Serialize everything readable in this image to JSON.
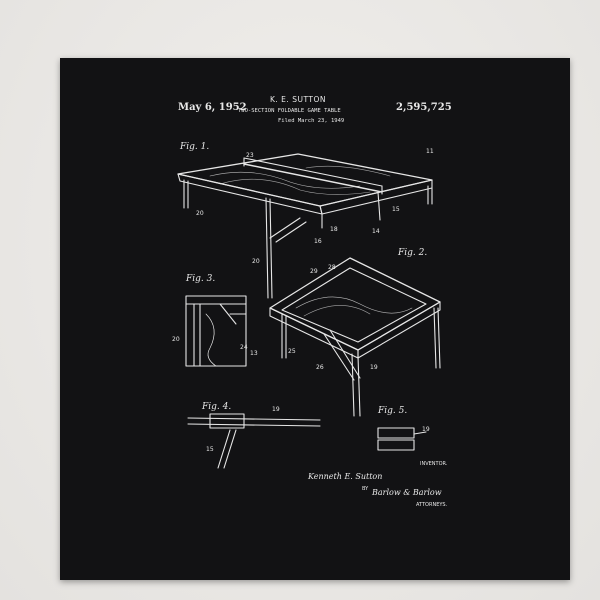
{
  "header": {
    "date": "May 6, 1952",
    "inventor": "K. E. SUTTON",
    "title": "TWO-SECTION FOLDABLE GAME TABLE",
    "filed": "Filed March 23, 1949",
    "patent_number": "2,595,725"
  },
  "figures": {
    "fig1": "Fig. 1.",
    "fig2": "Fig. 2.",
    "fig3": "Fig. 3.",
    "fig4": "Fig. 4.",
    "fig5": "Fig. 5."
  },
  "reference_numbers": {
    "n11": "11",
    "n23": "23",
    "n20a": "20",
    "n15a": "15",
    "n16": "16",
    "n18": "18",
    "n14": "14",
    "n20b": "20",
    "n28": "28",
    "n29": "29",
    "n20c": "20",
    "n24": "24",
    "n13": "13",
    "n25": "25",
    "n26": "26",
    "n19a": "19",
    "n19b": "19",
    "n19c": "19",
    "n15b": "15"
  },
  "signature": {
    "inventor_label": "INVENTOR.",
    "inventor_name": "Kenneth E. Sutton",
    "by_label": "BY",
    "attorneys_signature": "Barlow & Barlow",
    "attorneys_label": "ATTORNEYS."
  },
  "colors": {
    "tapestry": "#121214",
    "ink": "#e8e8e8",
    "wall": "#e9e7e4"
  }
}
